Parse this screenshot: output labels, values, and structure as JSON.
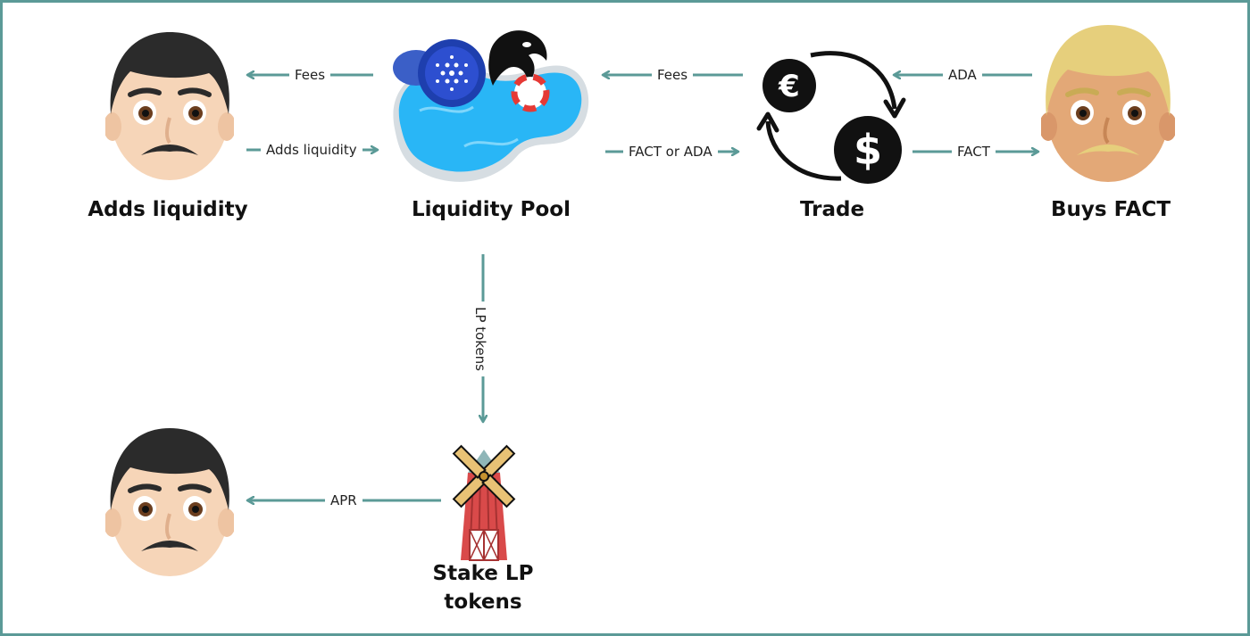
{
  "nodes": {
    "adds_liquidity": "Adds liquidity",
    "liquidity_pool": "Liquidity Pool",
    "trade": "Trade",
    "buys_fact": "Buys FACT",
    "stake_lp_line1": "Stake LP",
    "stake_lp_line2": "tokens"
  },
  "edges": {
    "fees_to_provider": "Fees",
    "adds_liquidity": "Adds liquidity",
    "fees_to_pool": "Fees",
    "fact_or_ada": "FACT or ADA",
    "ada": "ADA",
    "fact": "FACT",
    "lp_tokens": "LP tokens",
    "apr": "APR"
  },
  "icons": {
    "provider_face": "man-face-icon",
    "buyer_face": "blond-man-face-icon",
    "staker_face": "man-face-icon",
    "pool": "pool-icon",
    "euro": "euro-icon",
    "dollar": "dollar-icon",
    "windmill": "windmill-icon"
  },
  "colors": {
    "arrow": "#5b9a97",
    "pool_water": "#29b6f6",
    "coin": "#1e3fae",
    "windmill": "#d94a4a",
    "skin": "#f6d5b8",
    "hair_dark": "#2b2b2b",
    "hair_blond": "#e6cf7c"
  }
}
